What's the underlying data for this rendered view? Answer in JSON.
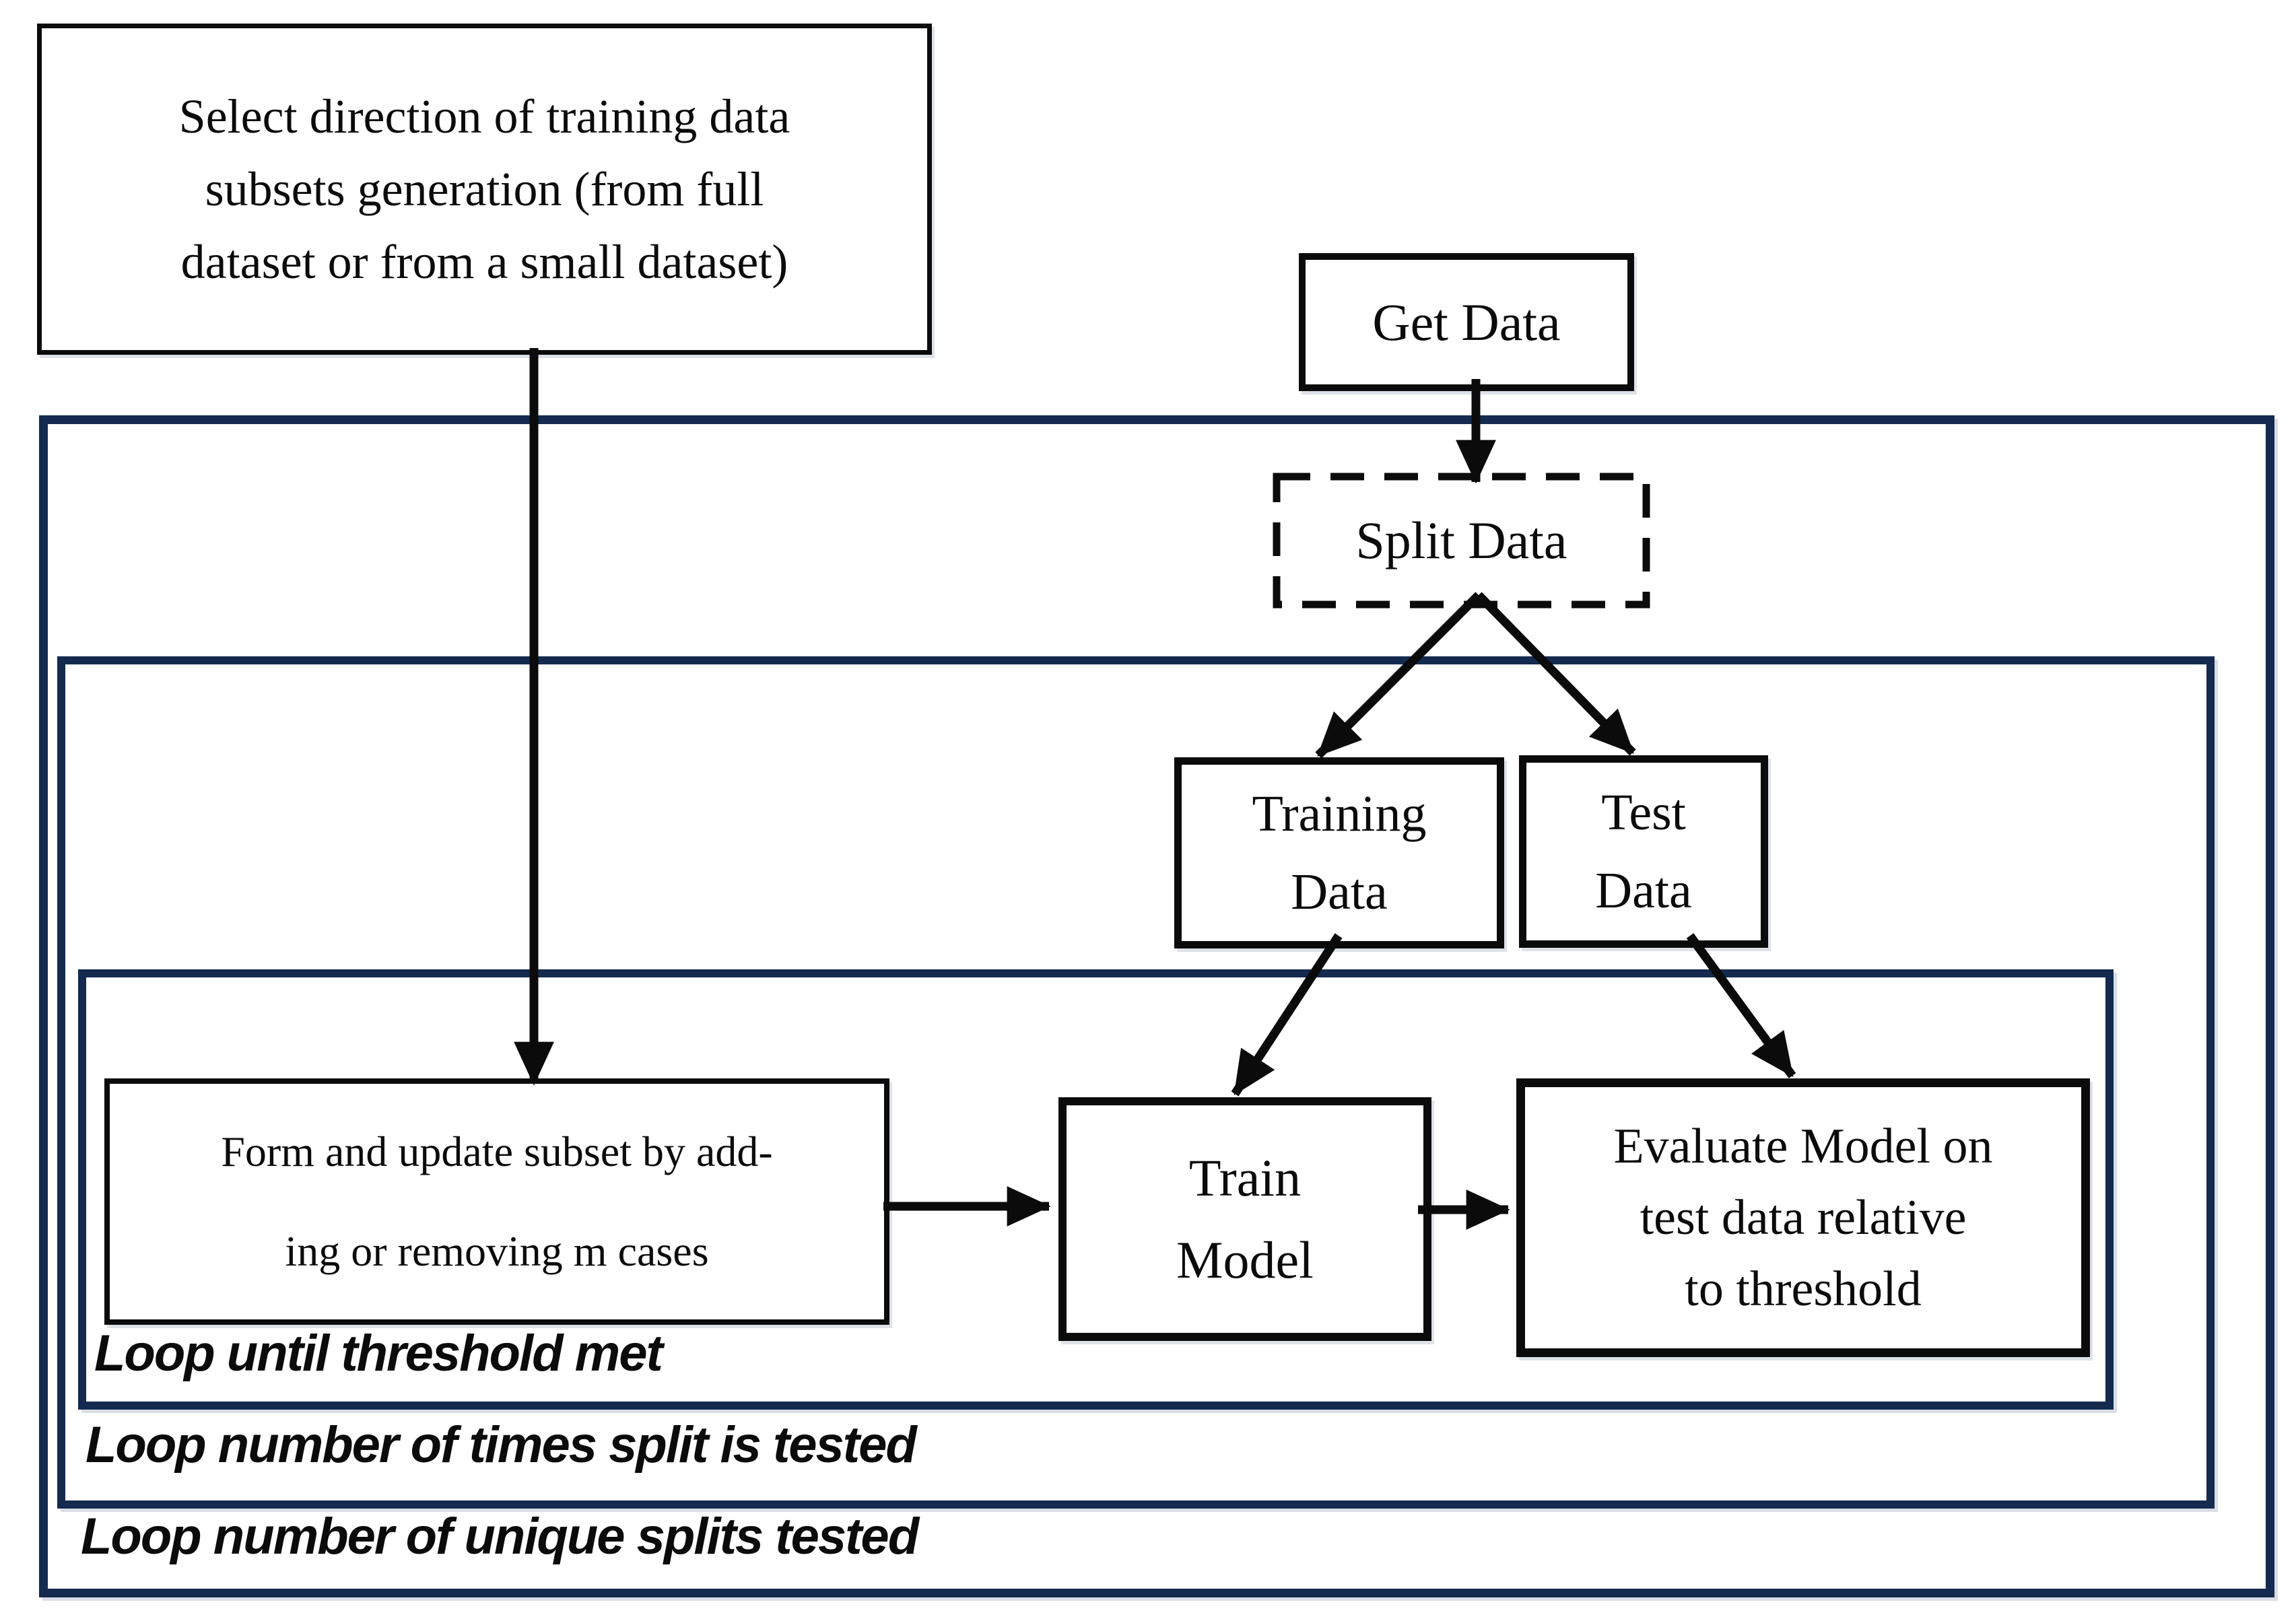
{
  "diagram": {
    "background": "#ffffff",
    "line_color": "#0b0b0b",
    "loop_border_color": "#142a4f"
  },
  "nodes": {
    "select_direction": {
      "lines": [
        "Select direction of training data",
        "subsets generation (from full",
        "dataset or from a small dataset)"
      ]
    },
    "get_data": {
      "label": "Get Data"
    },
    "split_data": {
      "label": "Split Data"
    },
    "training_data": {
      "lines": [
        "Training",
        "Data"
      ]
    },
    "test_data": {
      "lines": [
        "Test",
        "Data"
      ]
    },
    "form_subset": {
      "lines": [
        "Form and update subset by add-",
        "ing or removing m cases"
      ]
    },
    "train_model": {
      "lines": [
        "Train",
        "Model"
      ]
    },
    "evaluate_model": {
      "lines": [
        "Evaluate Model on",
        "test data relative",
        "to threshold"
      ]
    }
  },
  "loops": {
    "inner_label": "Loop until threshold met",
    "middle_label": "Loop number of times split is tested",
    "outer_label": "Loop number of unique splits tested"
  }
}
